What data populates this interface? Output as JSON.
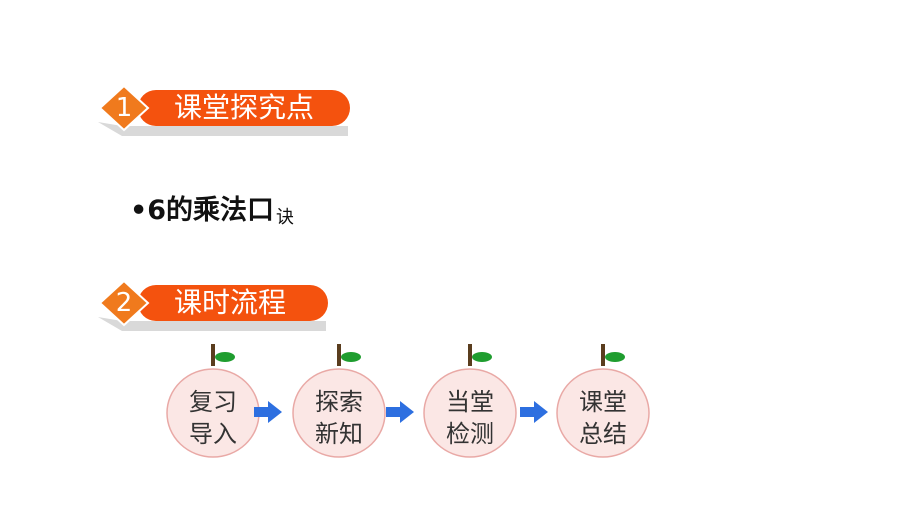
{
  "sections": [
    {
      "number": "1",
      "title": "课堂探究点"
    },
    {
      "number": "2",
      "title": "课时流程"
    }
  ],
  "bullet": {
    "main": "•6的乘法口",
    "tail": "诀"
  },
  "flow": {
    "steps": [
      {
        "line1": "复习",
        "line2": "导入"
      },
      {
        "line1": "探索",
        "line2": "新知"
      },
      {
        "line1": "当堂",
        "line2": "检测"
      },
      {
        "line1": "课堂",
        "line2": "总结"
      }
    ]
  },
  "colors": {
    "accent": "#f4520e",
    "diamond": "#f07a1d",
    "shadow": "#cfcfcf",
    "peach_fill": "#fbe7e5",
    "peach_stroke": "#e9a9a6",
    "leaf": "#1f9d2f",
    "stem": "#5a3d1e",
    "arrow": "#2d6fe0"
  }
}
